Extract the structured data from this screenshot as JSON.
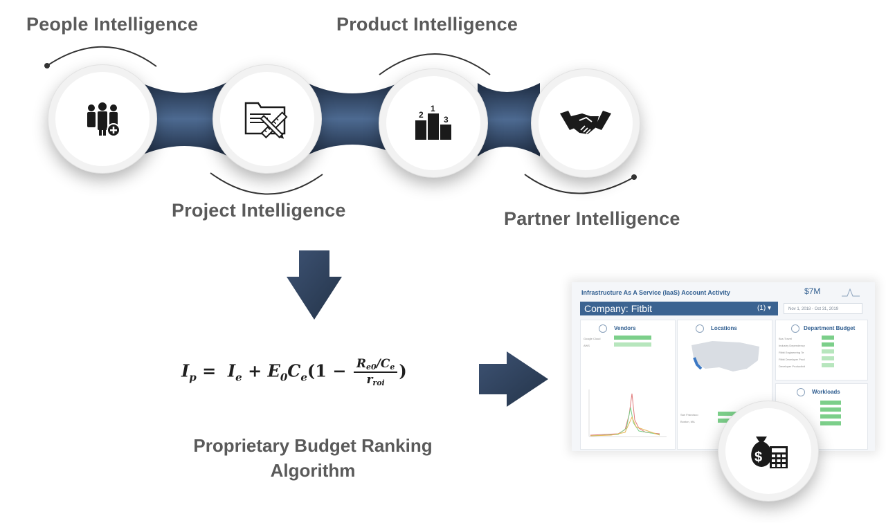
{
  "stages": {
    "people": {
      "label": "People Intelligence",
      "icon": "people-add-icon"
    },
    "project": {
      "label": "Project Intelligence",
      "icon": "folder-tools-icon"
    },
    "product": {
      "label": "Product Intelligence",
      "icon": "podium-icon"
    },
    "partner": {
      "label": "Partner Intelligence",
      "icon": "handshake-icon"
    }
  },
  "podium_numbers": [
    "2",
    "1",
    "3"
  ],
  "formula": {
    "lhs": "I",
    "lhs_sub": "p",
    "eq": "=",
    "t1": "I",
    "t1_sub": "e",
    "plus": "+",
    "t2a": "E",
    "t2a_sub": "0",
    "t2b": "C",
    "t2b_sub": "e",
    "open": "(1 −",
    "num": "R",
    "num_sub": "e0",
    "num_mid": "/C",
    "num_sub2": "e",
    "den": "r",
    "den_sub": "roi",
    "close": ")"
  },
  "algorithm_label_line1": "Proprietary Budget Ranking",
  "algorithm_label_line2": "Algorithm",
  "dashboard": {
    "title": "Infrastructure As A Service (IaaS) Account Activity",
    "stat": "$7M",
    "company_label": "Company: Fitbit",
    "company_count": "(1) ▾",
    "date_range": "Nov 1, 2018 - Oct 31, 2019",
    "panels": {
      "vendors": "Vendors",
      "locations": "Locations",
      "department_budget": "Department Budget",
      "workloads": "Workloads"
    },
    "vendor_rows": [
      "Google Cloud",
      "AWS"
    ],
    "location_rows": [
      "San Francisco",
      "Boston, MA"
    ],
    "budget_rows": [
      "Bus Travel",
      "Industry Dependency",
      "Fitbit Engineering Te",
      "Fitbit Developer Prod",
      "Developer Productivit"
    ],
    "budget_icon": "money-bag-calculator-icon"
  },
  "colors": {
    "navy": "#2c3d57",
    "navy_light": "#4a6288",
    "label_gray": "#5a5a5a",
    "dashboard_blue": "#3b6391",
    "bar_green": "#7ccf8a"
  }
}
